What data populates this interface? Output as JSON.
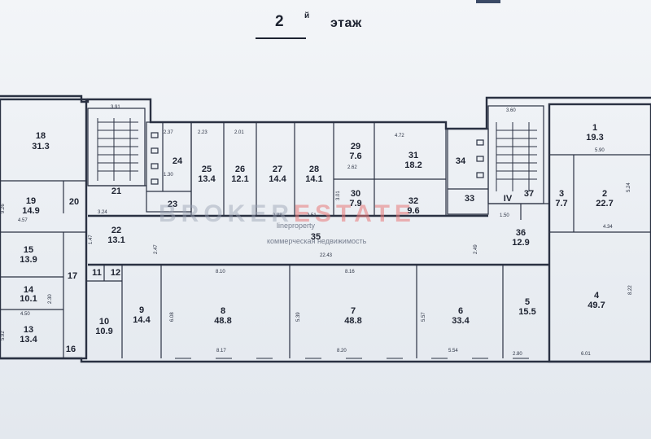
{
  "header": {
    "floor_number": "2",
    "floor_suffix": "й",
    "floor_word": "этаж"
  },
  "watermark": {
    "brand_a": "BROKER",
    "brand_b": "ESTATE",
    "domain": "lineproperty",
    "tagline": "коммерческая недвижимость",
    "accent_color": "#e87878"
  },
  "rooms": [
    {
      "num": "18",
      "area": "31.3"
    },
    {
      "num": "19",
      "area": "14.9"
    },
    {
      "num": "20",
      "area": ""
    },
    {
      "num": "15",
      "area": "13.9"
    },
    {
      "num": "14",
      "area": "10.1"
    },
    {
      "num": "13",
      "area": "13.4"
    },
    {
      "num": "16",
      "area": ""
    },
    {
      "num": "17",
      "area": ""
    },
    {
      "num": "21",
      "area": ""
    },
    {
      "num": "22",
      "area": "13.1"
    },
    {
      "num": "24",
      "area": ""
    },
    {
      "num": "23",
      "area": ""
    },
    {
      "num": "25",
      "area": "13.4"
    },
    {
      "num": "26",
      "area": "12.1"
    },
    {
      "num": "27",
      "area": "14.4"
    },
    {
      "num": "28",
      "area": "14.1"
    },
    {
      "num": "29",
      "area": "7.6"
    },
    {
      "num": "30",
      "area": "7.9"
    },
    {
      "num": "31",
      "area": "18.2"
    },
    {
      "num": "32",
      "area": "9.6"
    },
    {
      "num": "34",
      "area": ""
    },
    {
      "num": "33",
      "area": ""
    },
    {
      "num": "35",
      "area": ""
    },
    {
      "num": "IV",
      "area": ""
    },
    {
      "num": "37",
      "area": ""
    },
    {
      "num": "36",
      "area": "12.9"
    },
    {
      "num": "1",
      "area": "19.3"
    },
    {
      "num": "2",
      "area": "22.7"
    },
    {
      "num": "3",
      "area": "7.7"
    },
    {
      "num": "4",
      "area": "49.7"
    },
    {
      "num": "5",
      "area": "15.5"
    },
    {
      "num": "6",
      "area": "33.4"
    },
    {
      "num": "7",
      "area": "48.8"
    },
    {
      "num": "8",
      "area": "48.8"
    },
    {
      "num": "9",
      "area": "14.4"
    },
    {
      "num": "10",
      "area": "10.9"
    },
    {
      "num": "11",
      "area": ""
    },
    {
      "num": "12",
      "area": ""
    }
  ],
  "dimensions": [
    "3.91",
    "2.37",
    "1.30",
    "2.23",
    "2.01",
    "4.72",
    "3.60",
    "1.50",
    "5.24",
    "9.26",
    "4.57",
    "3.24",
    "1.47",
    "2.88",
    "2.51",
    "2.62",
    "3.01",
    "4.34",
    "5.90",
    "4.50",
    "2.30",
    "2.47",
    "8.10",
    "22.43",
    "8.16",
    "2.49",
    "8.22",
    "6.08",
    "5.39",
    "5.57",
    "8.17",
    "8.20",
    "5.54",
    "2.80",
    "6.01",
    "5.92"
  ]
}
